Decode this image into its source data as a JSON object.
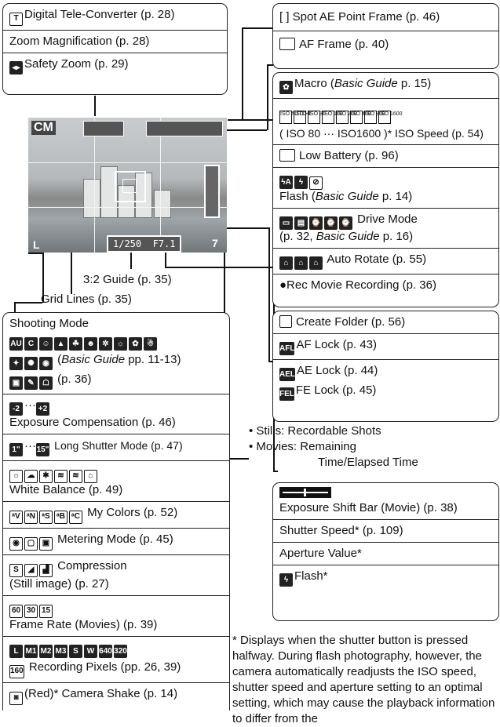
{
  "top_left": {
    "digital_tele": "Digital Tele-Converter (p. 28)",
    "zoom_mag": "Zoom Magnification (p. 28)",
    "safety_zoom": "Safety Zoom (p. 29)"
  },
  "top_right": {
    "spot_ae": "[  ] Spot AE Point Frame (p. 46)",
    "af_frame": "AF Frame (p. 40)"
  },
  "right": {
    "macro_a": "Macro (",
    "macro_i": "Basic Guide",
    "macro_b": " p. 15)",
    "iso_icons": [
      "ISO AUTO",
      "ISO HI",
      "ISO 80",
      "ISO 100",
      "ISO 200",
      "ISO 400",
      "ISO 800",
      "ISO 1600"
    ],
    "iso_line": "( ISO 80 ··· ISO1600 )* ISO Speed (p. 54)",
    "low_battery": "Low Battery (p. 96)",
    "flash_a": "Flash (",
    "flash_i": "Basic Guide",
    "flash_b": " p. 14)",
    "drive_mode": "Drive Mode",
    "drive_a": "(p. 32, ",
    "drive_i": "Basic Guide",
    "drive_b": " p. 16)",
    "auto_rotate": "Auto Rotate (p. 55)",
    "movie_rec": "●Rec  Movie Recording (p. 36)",
    "create_folder": "Create Folder (p. 56)",
    "af_lock": "AF Lock (p. 43)",
    "ae_lock": "AE Lock (p. 44)",
    "fe_lock": "FE Lock (p. 45)"
  },
  "stills": {
    "line1": "• Stills:    Recordable Shots",
    "line2": "• Movies: Remaining",
    "line3": "Time/Elapsed Time"
  },
  "bottom_right": {
    "exposure_shift": "Exposure Shift Bar (Movie) (p. 38)",
    "shutter_speed": "Shutter Speed* (p. 109)",
    "aperture": "Aperture Value*",
    "flash": "Flash*"
  },
  "lcd": {
    "shutter_text": "1/250",
    "aperture_text": "F7.1",
    "count": "7",
    "mode": "CM",
    "size": "L"
  },
  "callouts": {
    "guide_32": "3:2 Guide (p. 35)",
    "grid_lines": "Grid Lines (p. 35)"
  },
  "shooting": {
    "title": "Shooting Mode",
    "basic_a": "(",
    "basic_i": "Basic Guide",
    "basic_b": " pp. 11-13)",
    "p36": "(p. 36)",
    "exp_comp": "Exposure Compensation (p. 46)",
    "exp_icons": [
      "-2",
      "+2"
    ],
    "long_shutter": "Long Shutter Mode (p. 47)",
    "long_icons": [
      "1\"",
      "15\""
    ],
    "white_balance": "White Balance (p. 49)",
    "my_colors": "My Colors (p. 52)",
    "metering": "Metering Mode (p. 45)",
    "compression_a": "Compression",
    "compression_b": "(Still image) (p. 27)",
    "frame_rate": "Frame Rate (Movies) (p. 39)",
    "frame_icons": [
      "60",
      "30",
      "15"
    ],
    "rec_icons": [
      "L",
      "M1",
      "M2",
      "M3",
      "S",
      "W",
      "640",
      "320"
    ],
    "rec_pixels": "Recording Pixels (pp. 26, 39)",
    "rec_icon_160": "160",
    "camera_shake": "(Red)* Camera Shake (p. 14)"
  },
  "footnote": "* Displays  when the shutter button is pressed halfway. During flash photography, however, the camera automatically readjusts the ISO speed, shutter speed and aperture setting to an optimal setting, which may cause the playback information to differ from the"
}
